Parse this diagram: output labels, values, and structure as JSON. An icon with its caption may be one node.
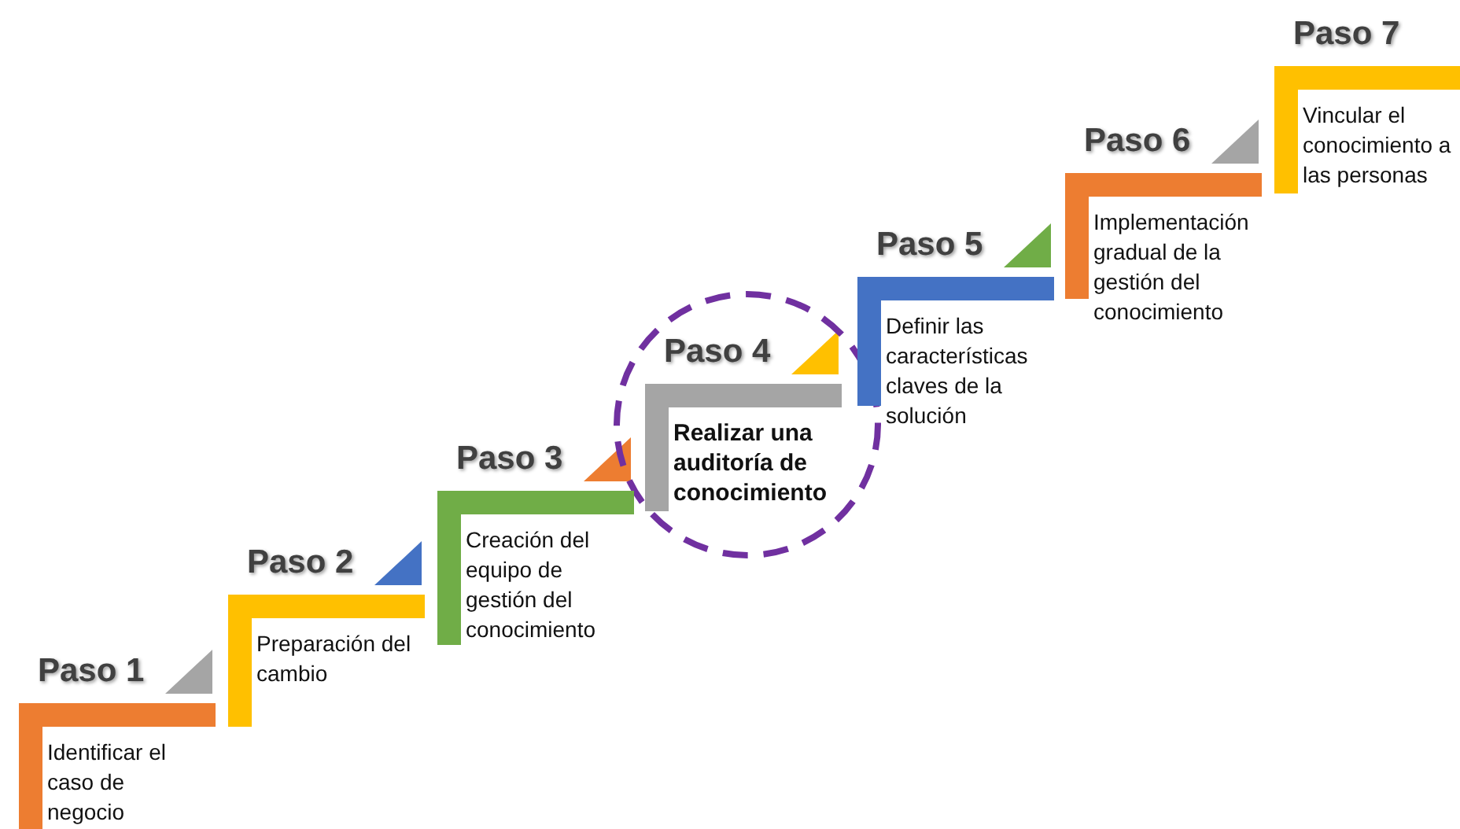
{
  "diagram": {
    "nodes": [
      {
        "text": [
          "Paso 1",
          "Identificar el caso de negocio"
        ]
      },
      {
        "text": [
          "Paso 2",
          "Preparación del cambio"
        ]
      },
      {
        "text": [
          "Paso 3",
          "Creación del equipo de gestión del conocimiento"
        ]
      },
      {
        "text": [
          "Paso 4",
          "Realizar una auditoría de conocimiento"
        ]
      },
      {
        "text": [
          "Paso 5",
          "Definir las características claves de la solución"
        ]
      },
      {
        "text": [
          "Paso 6",
          "Implementación gradual de la gestión del conocimiento"
        ]
      },
      {
        "text": [
          "Paso 7",
          "Vincular el conocimiento a las personas"
        ]
      }
    ],
    "edges": []
  }
}
